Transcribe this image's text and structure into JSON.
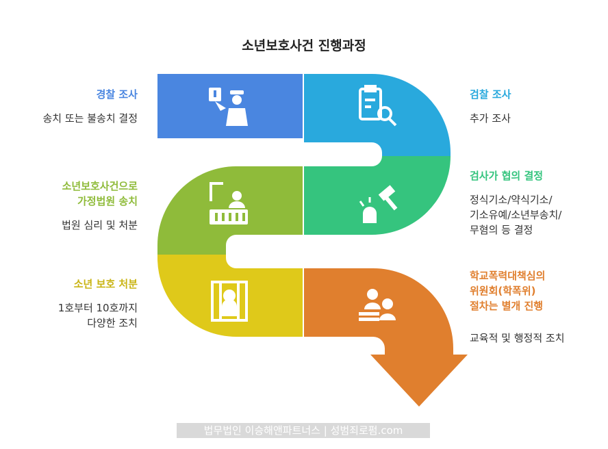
{
  "title": "소년보호사건 진행과정",
  "steps": [
    {
      "heading": "경찰 조사",
      "desc": [
        "송치 또는 불송치 결정"
      ],
      "color": "#4a86e0",
      "icon": "police-officer-icon"
    },
    {
      "heading": "검찰 조사",
      "desc": [
        "추가 조사"
      ],
      "color": "#29a9dd",
      "icon": "document-search-icon"
    },
    {
      "heading": "검사가 협의 결정",
      "desc": [
        "정식기소/약식기소/",
        "기소유예/소년부송치/",
        "무혐의 등 결정"
      ],
      "color": "#35c47e",
      "icon": "gavel-icon"
    },
    {
      "heading": [
        "소년보호사건으로",
        "가정법원 송치"
      ],
      "desc": [
        "법원 심리 및 처분"
      ],
      "color": "#8fbb3a",
      "icon": "courtroom-icon"
    },
    {
      "heading": "소년 보호 처분",
      "desc": [
        "1호부터 10호까지",
        "다양한 조치"
      ],
      "color": "#dfc91a",
      "icon": "jail-icon"
    },
    {
      "heading": [
        "학교폭력대책심의",
        "위원회(학폭위)",
        "절차는 별개 진행"
      ],
      "desc": [
        "교육적 및 행정적 조치"
      ],
      "color": "#e07f2e",
      "icon": "meeting-icon"
    }
  ],
  "watermark": "법무법인 이승해앤파트너스 | 성범죄로펌.com"
}
